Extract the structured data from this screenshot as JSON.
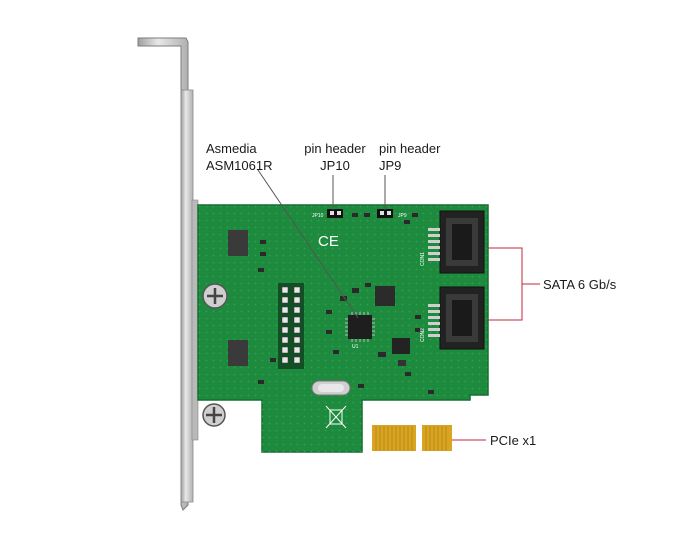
{
  "labels": {
    "chip": {
      "line1": "Asmedia",
      "line2": "ASM1061R"
    },
    "jp10": {
      "line1": "pin header",
      "line2": "JP10"
    },
    "jp9": {
      "line1": "pin header",
      "line2": "JP9"
    },
    "sata": "SATA 6 Gb/s",
    "pcie": "PCIe x1"
  },
  "board_marks": {
    "ce": "CE",
    "jp10_silk": "JP10",
    "jp9_silk": "JP9",
    "u1": "U1",
    "con1": "CON1",
    "con2": "CON2"
  },
  "colors": {
    "pcb": "#1d8a3e",
    "pcb_dark": "#156d30",
    "bracket": "#c8c8c8",
    "gold": "#d9a521",
    "leader": "#c0263b",
    "chip": "#1e1e1e"
  }
}
